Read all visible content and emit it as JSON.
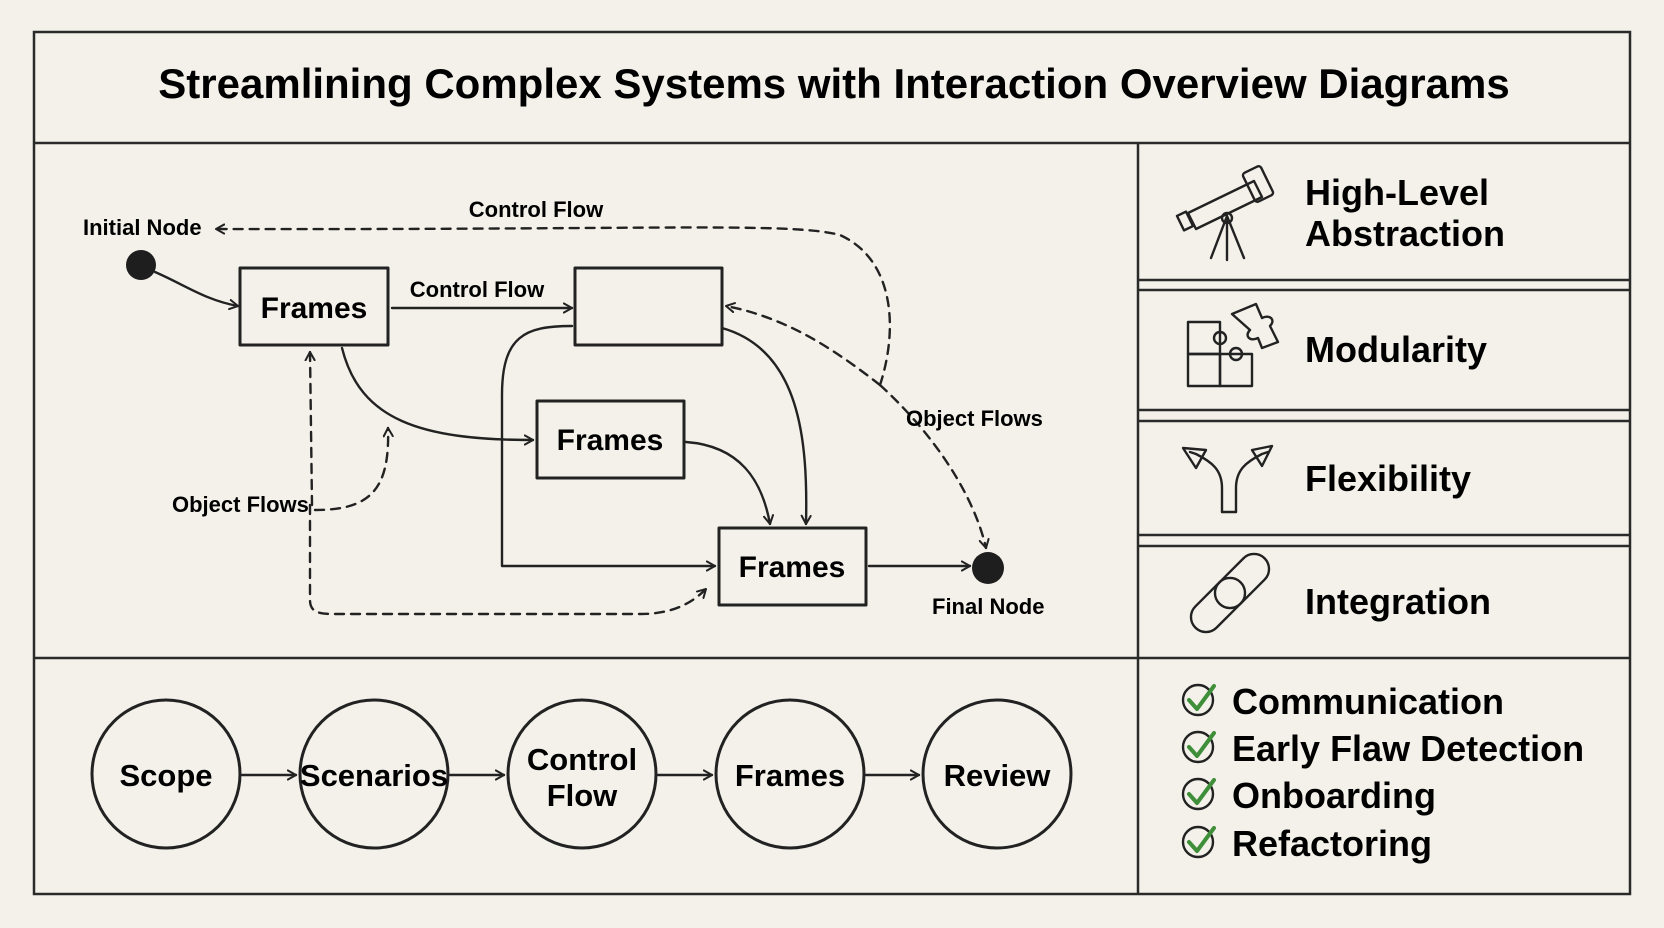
{
  "title": "Streamlining Complex Systems with Interaction Overview Diagrams",
  "diagram": {
    "initial_node_label": "Initial Node",
    "final_node_label": "Final Node",
    "frame_a": "Frames",
    "frame_b": "",
    "frame_c": "Frames",
    "frame_d": "Frames",
    "control_flow_top": "Control Flow",
    "control_flow_mid": "Control Flow",
    "object_flows_left": "Object Flows",
    "object_flows_right": "Object Flows"
  },
  "benefits": [
    {
      "icon": "telescope-icon",
      "line1": "High-Level",
      "line2": "Abstraction"
    },
    {
      "icon": "puzzle-icon",
      "line1": "Modularity"
    },
    {
      "icon": "branch-arrows-icon",
      "line1": "Flexibility"
    },
    {
      "icon": "chain-link-icon",
      "line1": "Integration"
    }
  ],
  "steps": [
    {
      "line1": "Scope"
    },
    {
      "line1": "Scenarios"
    },
    {
      "line1": "Control",
      "line2": "Flow"
    },
    {
      "line1": "Frames"
    },
    {
      "line1": "Review"
    }
  ],
  "checklist": [
    "Communication",
    "Early Flaw Detection",
    "Onboarding",
    "Refactoring"
  ],
  "colors": {
    "check": "#3f8f3a",
    "ink": "#222222",
    "paper": "#f3f1ea"
  }
}
